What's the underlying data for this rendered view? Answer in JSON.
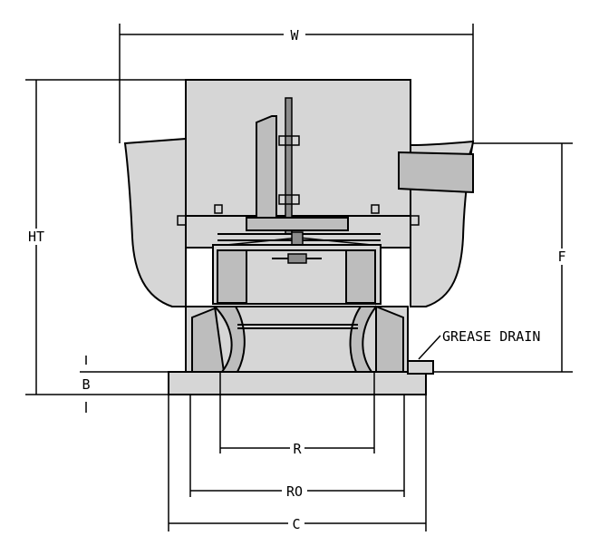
{
  "dimensions": {
    "width": "W",
    "height_total": "HT",
    "flange_height": "F",
    "base": "B",
    "r": "R",
    "ro": "RO",
    "c": "C"
  },
  "callouts": {
    "grease_drain": "GREASE DRAIN"
  }
}
